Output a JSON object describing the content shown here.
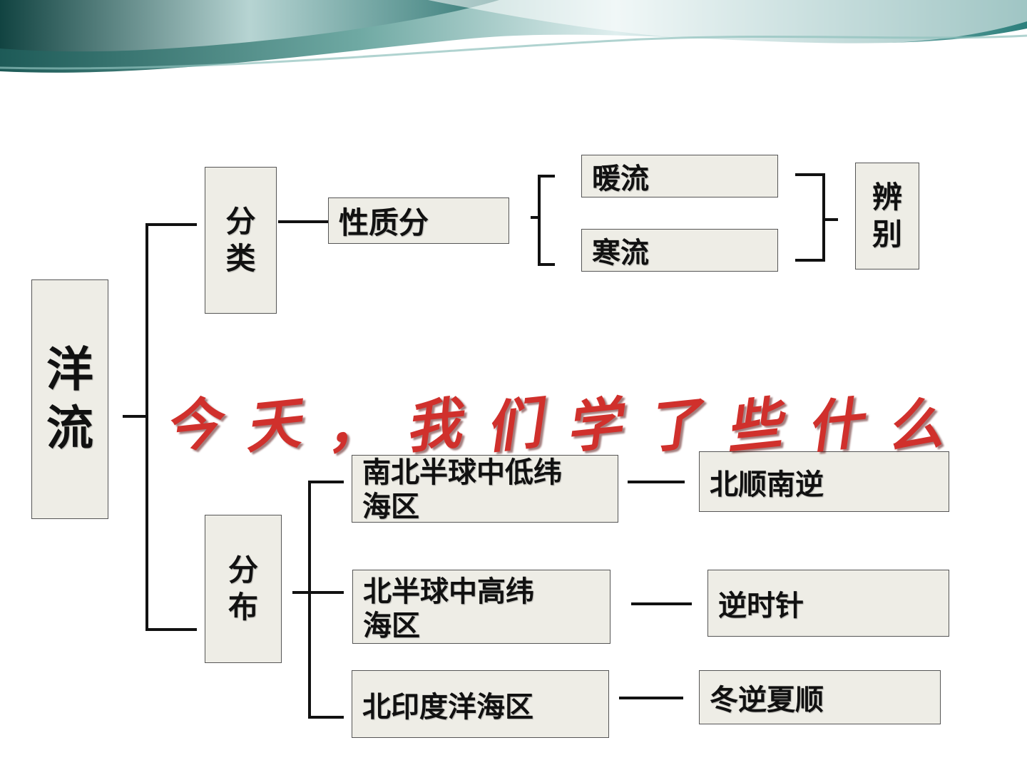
{
  "root": {
    "chars": [
      "洋",
      "流"
    ]
  },
  "classify": {
    "label": [
      "分",
      "类"
    ],
    "basis": "性质分",
    "warm": "暖流",
    "cold": "寒流",
    "identify": [
      "辨",
      "别"
    ]
  },
  "distribution": {
    "label": [
      "分",
      "布"
    ],
    "regions": [
      {
        "name": "南北半球中低纬海区",
        "rule": "北顺南逆"
      },
      {
        "name": "北半球中高纬海区",
        "rule": "逆时针"
      },
      {
        "name": "北印度洋海区",
        "rule": "冬逆夏顺"
      }
    ]
  },
  "overlay_title": [
    "今",
    "天",
    "，",
    "我",
    "们",
    "学",
    "了",
    "些",
    "什",
    "么"
  ],
  "colors": {
    "box_fill": "#eeede6",
    "title_red": "#d0302c",
    "banner_teal": "#2e7c7a"
  }
}
